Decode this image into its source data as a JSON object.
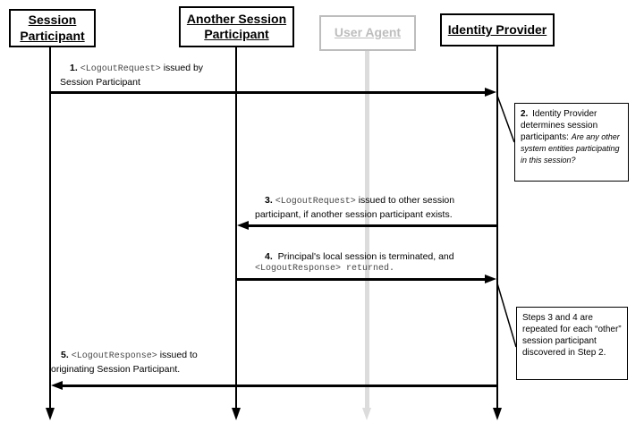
{
  "title": "SAML Single Logout sequence diagram",
  "colors": {
    "line": "#000000",
    "inactive_text": "#bdbdbd",
    "inactive_lifeline": "#dcdcdc",
    "background": "#ffffff"
  },
  "participants": {
    "session_participant": "Session Participant",
    "another_session_participant": "Another Session Participant",
    "user_agent": "User Agent",
    "identity_provider": "Identity Provider"
  },
  "messages": {
    "m1": {
      "num": "1.",
      "code": "<LogoutRequest>",
      "rest": " issued by",
      "line2": "Session Participant"
    },
    "m3": {
      "num": "3.",
      "code": "<LogoutRequest>",
      "rest": " issued to other session",
      "line2": "participant, if another session participant exists."
    },
    "m4": {
      "num": "4.",
      "rest": " Principal's local session is terminated, and",
      "line2_code": "<LogoutResponse> returned."
    },
    "m5": {
      "num": "5.",
      "code": "<LogoutResponse>",
      "rest": " issued to",
      "line2": "originating Session Participant."
    }
  },
  "notes": {
    "step2": {
      "num": "2.",
      "text": " Identity Provider determines session participants: ",
      "question": "Are any other system entities participating in this session?"
    },
    "steps34": {
      "text": "Steps 3 and 4 are repeated for each “other” session participant discovered in Step 2."
    }
  }
}
